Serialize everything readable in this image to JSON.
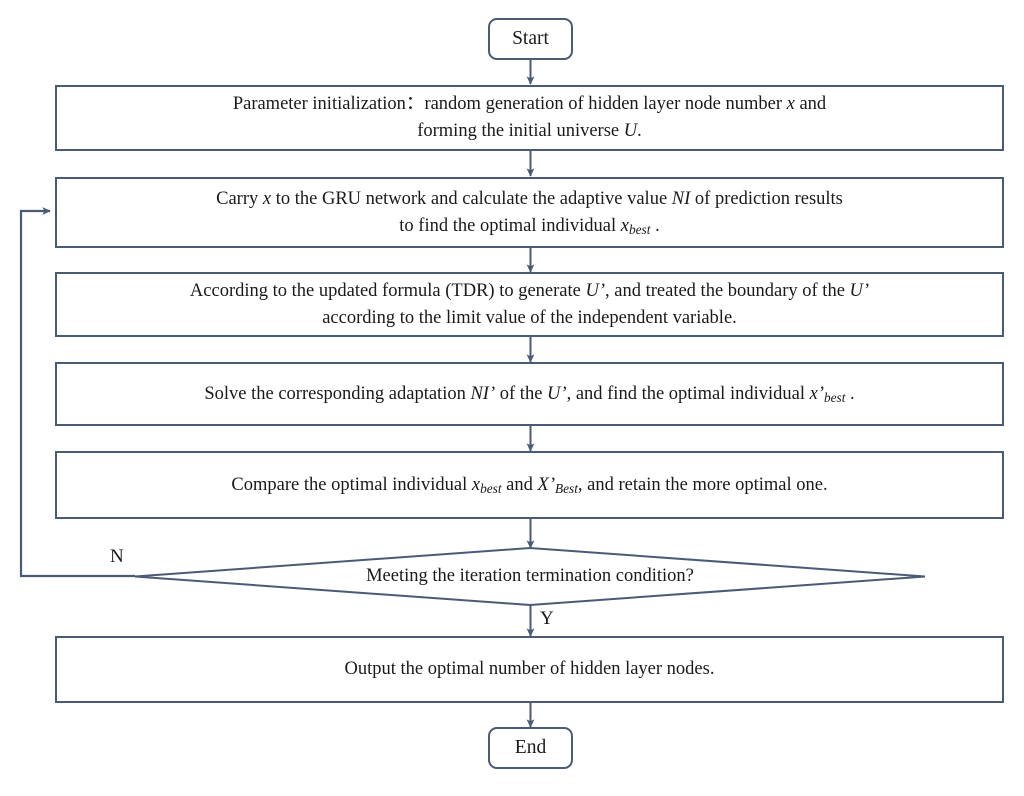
{
  "diagram": {
    "title": "GRU hidden layer node number optimization flowchart",
    "style": {
      "stroke_color": "#4a5b75",
      "text_color": "#1a1a1a",
      "background": "#ffffff"
    },
    "nodes": {
      "start": {
        "label": "Start",
        "shape": "terminator"
      },
      "init": {
        "shape": "process",
        "line1_part1": "Parameter initialization：",
        "line1_part2": "random generation of hidden layer node number ",
        "line1_var": "x",
        "line1_part3": " and",
        "line2_part1": "forming the initial universe ",
        "line2_var": "U",
        "line2_part2": "."
      },
      "evaluate": {
        "shape": "process",
        "line1_part1": "Carry ",
        "line1_var1": "x",
        "line1_part2": " to the GRU network and calculate the adaptive value ",
        "line1_var2": "NI",
        "line1_part3": " of prediction results",
        "line2_part1": "to find the optimal individual ",
        "line2_var": "x",
        "line2_sub": "best",
        "line2_part2": " ."
      },
      "update": {
        "shape": "process",
        "line1_part1": "According to the updated formula (TDR) to generate ",
        "line1_var1": "U’",
        "line1_part2": ",  and treated the boundary of the ",
        "line1_var2": "U’",
        "line2_part1": "according to the limit value of the independent variable."
      },
      "solve": {
        "shape": "process",
        "part1": "Solve the corresponding adaptation ",
        "var1": "NI’",
        "part2": " of the ",
        "var2": "U’",
        "part3": ", and find the optimal individual ",
        "var3": "x’",
        "sub3": "best",
        "part4": " ."
      },
      "compare": {
        "shape": "process",
        "part1": "Compare the optimal individual ",
        "var1": "x",
        "sub1": "best",
        "part2": " and ",
        "var2": "X’",
        "sub2": "Best",
        "part3": ", and retain the more optimal one."
      },
      "decision": {
        "shape": "diamond",
        "label": "Meeting the iteration termination condition?"
      },
      "output": {
        "shape": "process",
        "label": "Output the optimal number of hidden layer nodes."
      },
      "end": {
        "label": "End",
        "shape": "terminator"
      }
    },
    "branches": {
      "no_label": "N",
      "yes_label": "Y"
    }
  }
}
